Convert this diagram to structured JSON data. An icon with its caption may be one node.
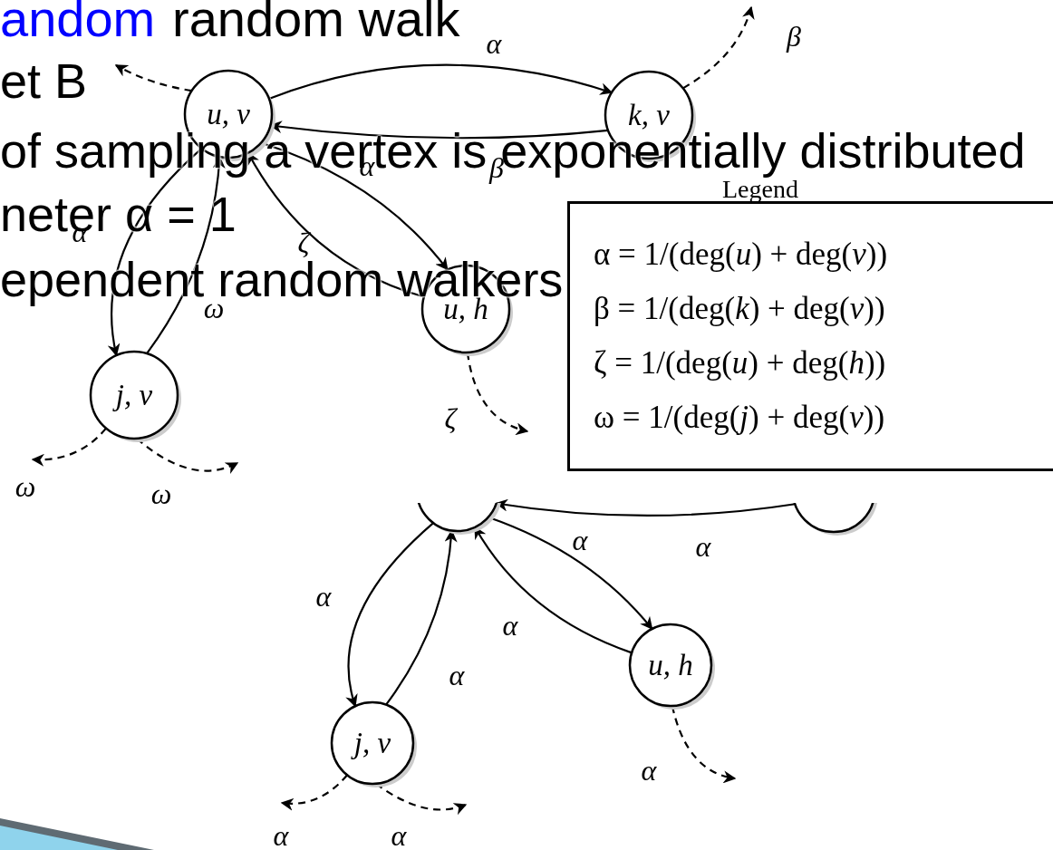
{
  "diagram": {
    "nodes": [
      {
        "text": [
          "u, v"
        ]
      },
      {
        "text": [
          "k, v"
        ]
      },
      {
        "text": [
          "u, h"
        ]
      },
      {
        "text": [
          "j, v"
        ]
      },
      {
        "text": [],
        "shape": "circle"
      },
      {
        "text": [],
        "shape": "circle"
      },
      {
        "text": [
          "u, h"
        ]
      },
      {
        "text": [
          "j, v"
        ]
      },
      {
        "text": [
          "Legend",
          "α = 1/(deg(*u*) + deg(*v*))",
          "β = 1/(deg(*k*) + deg(*v*))",
          "ζ = 1/(deg(*u*) + deg(*h*))",
          "ω = 1/(deg(*j*) + deg(*v*))"
        ]
      }
    ],
    "edges": [
      {
        "from": 0,
        "to": null,
        "arrow": "to",
        "style": "dashed"
      },
      {
        "from": 0,
        "to": 1,
        "arrow": "to",
        "label": "α"
      },
      {
        "from": 1,
        "to": 0,
        "arrow": "to",
        "label": "β"
      },
      {
        "from": 0,
        "to": 2,
        "arrow": "to",
        "label": "α"
      },
      {
        "from": 2,
        "to": 0,
        "arrow": "to",
        "label": "ζ"
      },
      {
        "from": 0,
        "to": 3,
        "arrow": "to",
        "label": "α"
      },
      {
        "from": 3,
        "to": 0,
        "arrow": "to",
        "label": "ω"
      },
      {
        "from": 1,
        "to": null,
        "arrow": "to",
        "style": "dashed",
        "label": "β"
      },
      {
        "from": 2,
        "to": null,
        "arrow": "to",
        "style": "dashed",
        "label": "ζ"
      },
      {
        "from": 3,
        "to": null,
        "arrow": "to",
        "style": "dashed",
        "label": "ω"
      },
      {
        "from": 3,
        "to": null,
        "arrow": "to",
        "style": "dashed",
        "label": "ω"
      },
      {
        "from": 5,
        "to": 4,
        "arrow": "to",
        "label": "α"
      },
      {
        "from": 4,
        "to": 6,
        "arrow": "to",
        "label": "α"
      },
      {
        "from": 6,
        "to": 4,
        "arrow": "to",
        "label": "α"
      },
      {
        "from": 4,
        "to": 7,
        "arrow": "to",
        "label": "α"
      },
      {
        "from": 7,
        "to": 4,
        "arrow": "to",
        "label": "α"
      },
      {
        "from": 6,
        "to": null,
        "arrow": "to",
        "style": "dashed",
        "label": "α"
      },
      {
        "from": 7,
        "to": null,
        "arrow": "to",
        "style": "dashed",
        "label": "α"
      },
      {
        "from": 7,
        "to": null,
        "arrow": "to",
        "style": "dashed",
        "label": "α"
      }
    ],
    "labels": [
      "andom",
      "random walk",
      "et B",
      "of sampling a vertex is exponentially distributed",
      "neter α = 1",
      "ependent random walkers"
    ]
  }
}
